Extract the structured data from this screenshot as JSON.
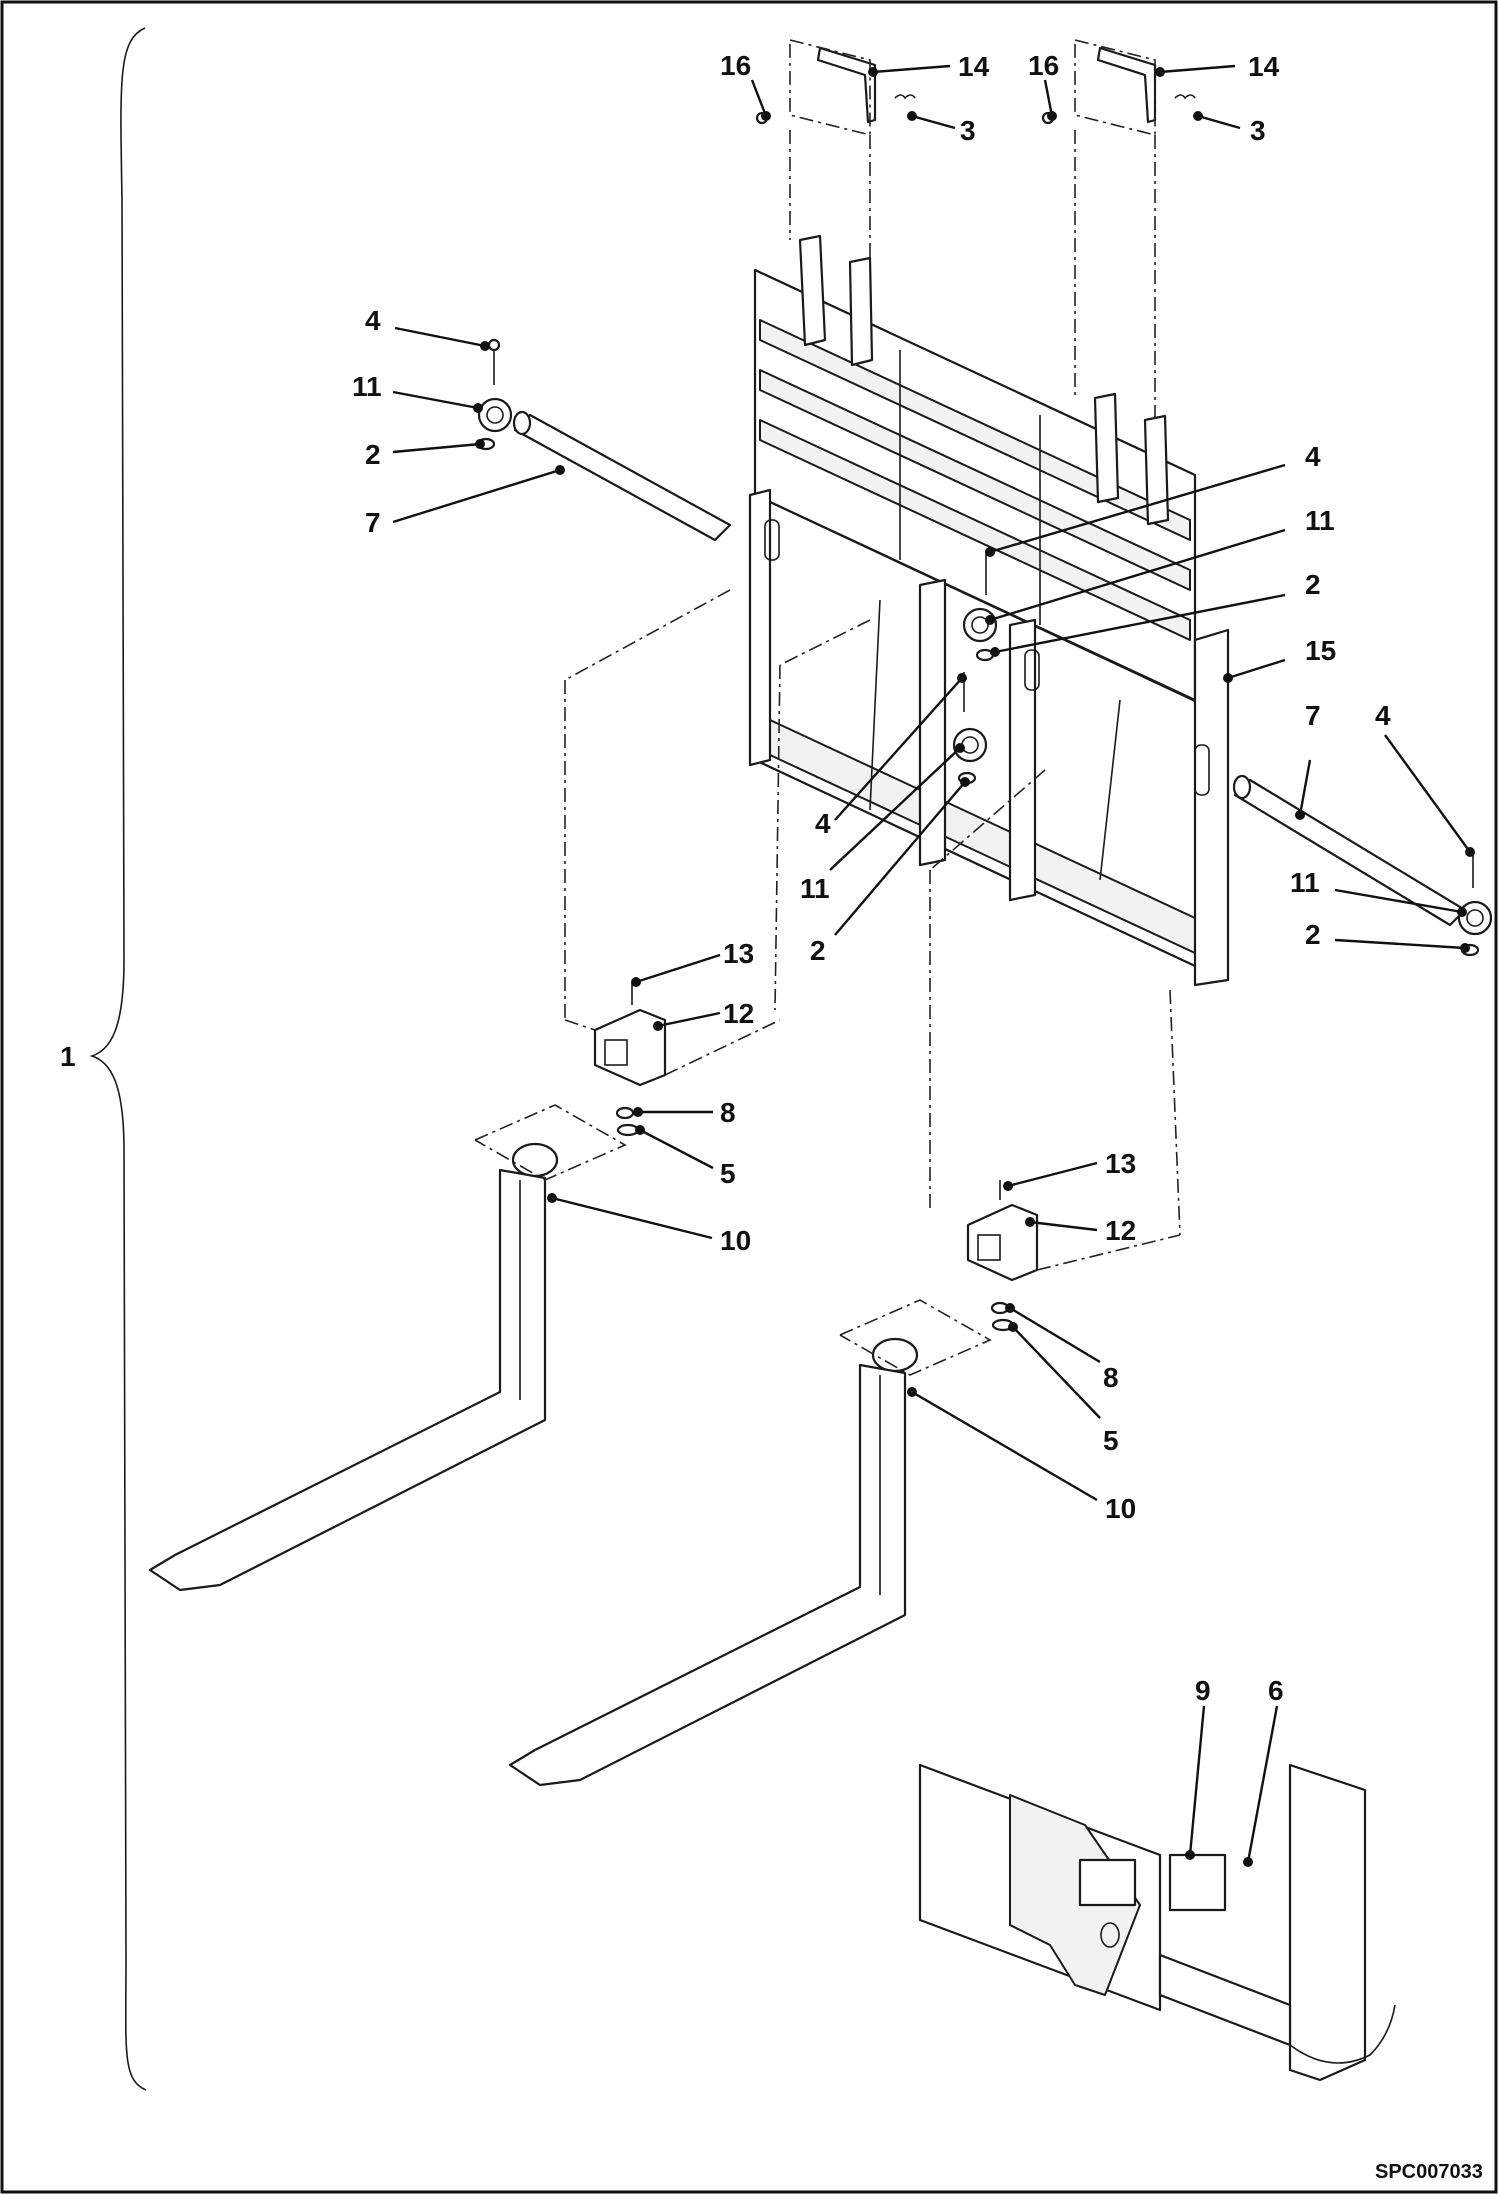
{
  "assembly_label": "1",
  "drawing_code": "SPC007033",
  "callouts": [
    {
      "id": "c16a",
      "text": "16"
    },
    {
      "id": "c14a",
      "text": "14"
    },
    {
      "id": "c3a",
      "text": "3"
    },
    {
      "id": "c16b",
      "text": "16"
    },
    {
      "id": "c14b",
      "text": "14"
    },
    {
      "id": "c3b",
      "text": "3"
    },
    {
      "id": "c4a",
      "text": "4"
    },
    {
      "id": "c11a",
      "text": "11"
    },
    {
      "id": "c2a",
      "text": "2"
    },
    {
      "id": "c7a",
      "text": "7"
    },
    {
      "id": "c4b",
      "text": "4"
    },
    {
      "id": "c11b",
      "text": "11"
    },
    {
      "id": "c2b",
      "text": "2"
    },
    {
      "id": "c15",
      "text": "15"
    },
    {
      "id": "c7b",
      "text": "7"
    },
    {
      "id": "c4c",
      "text": "4"
    },
    {
      "id": "c11c",
      "text": "11"
    },
    {
      "id": "c2c",
      "text": "2"
    },
    {
      "id": "c4d",
      "text": "4"
    },
    {
      "id": "c11d",
      "text": "11"
    },
    {
      "id": "c2d",
      "text": "2"
    },
    {
      "id": "c13a",
      "text": "13"
    },
    {
      "id": "c12a",
      "text": "12"
    },
    {
      "id": "c8a",
      "text": "8"
    },
    {
      "id": "c5a",
      "text": "5"
    },
    {
      "id": "c10a",
      "text": "10"
    },
    {
      "id": "c13b",
      "text": "13"
    },
    {
      "id": "c12b",
      "text": "12"
    },
    {
      "id": "c8b",
      "text": "8"
    },
    {
      "id": "c5b",
      "text": "5"
    },
    {
      "id": "c10b",
      "text": "10"
    },
    {
      "id": "c9",
      "text": "9"
    },
    {
      "id": "c6",
      "text": "6"
    }
  ]
}
